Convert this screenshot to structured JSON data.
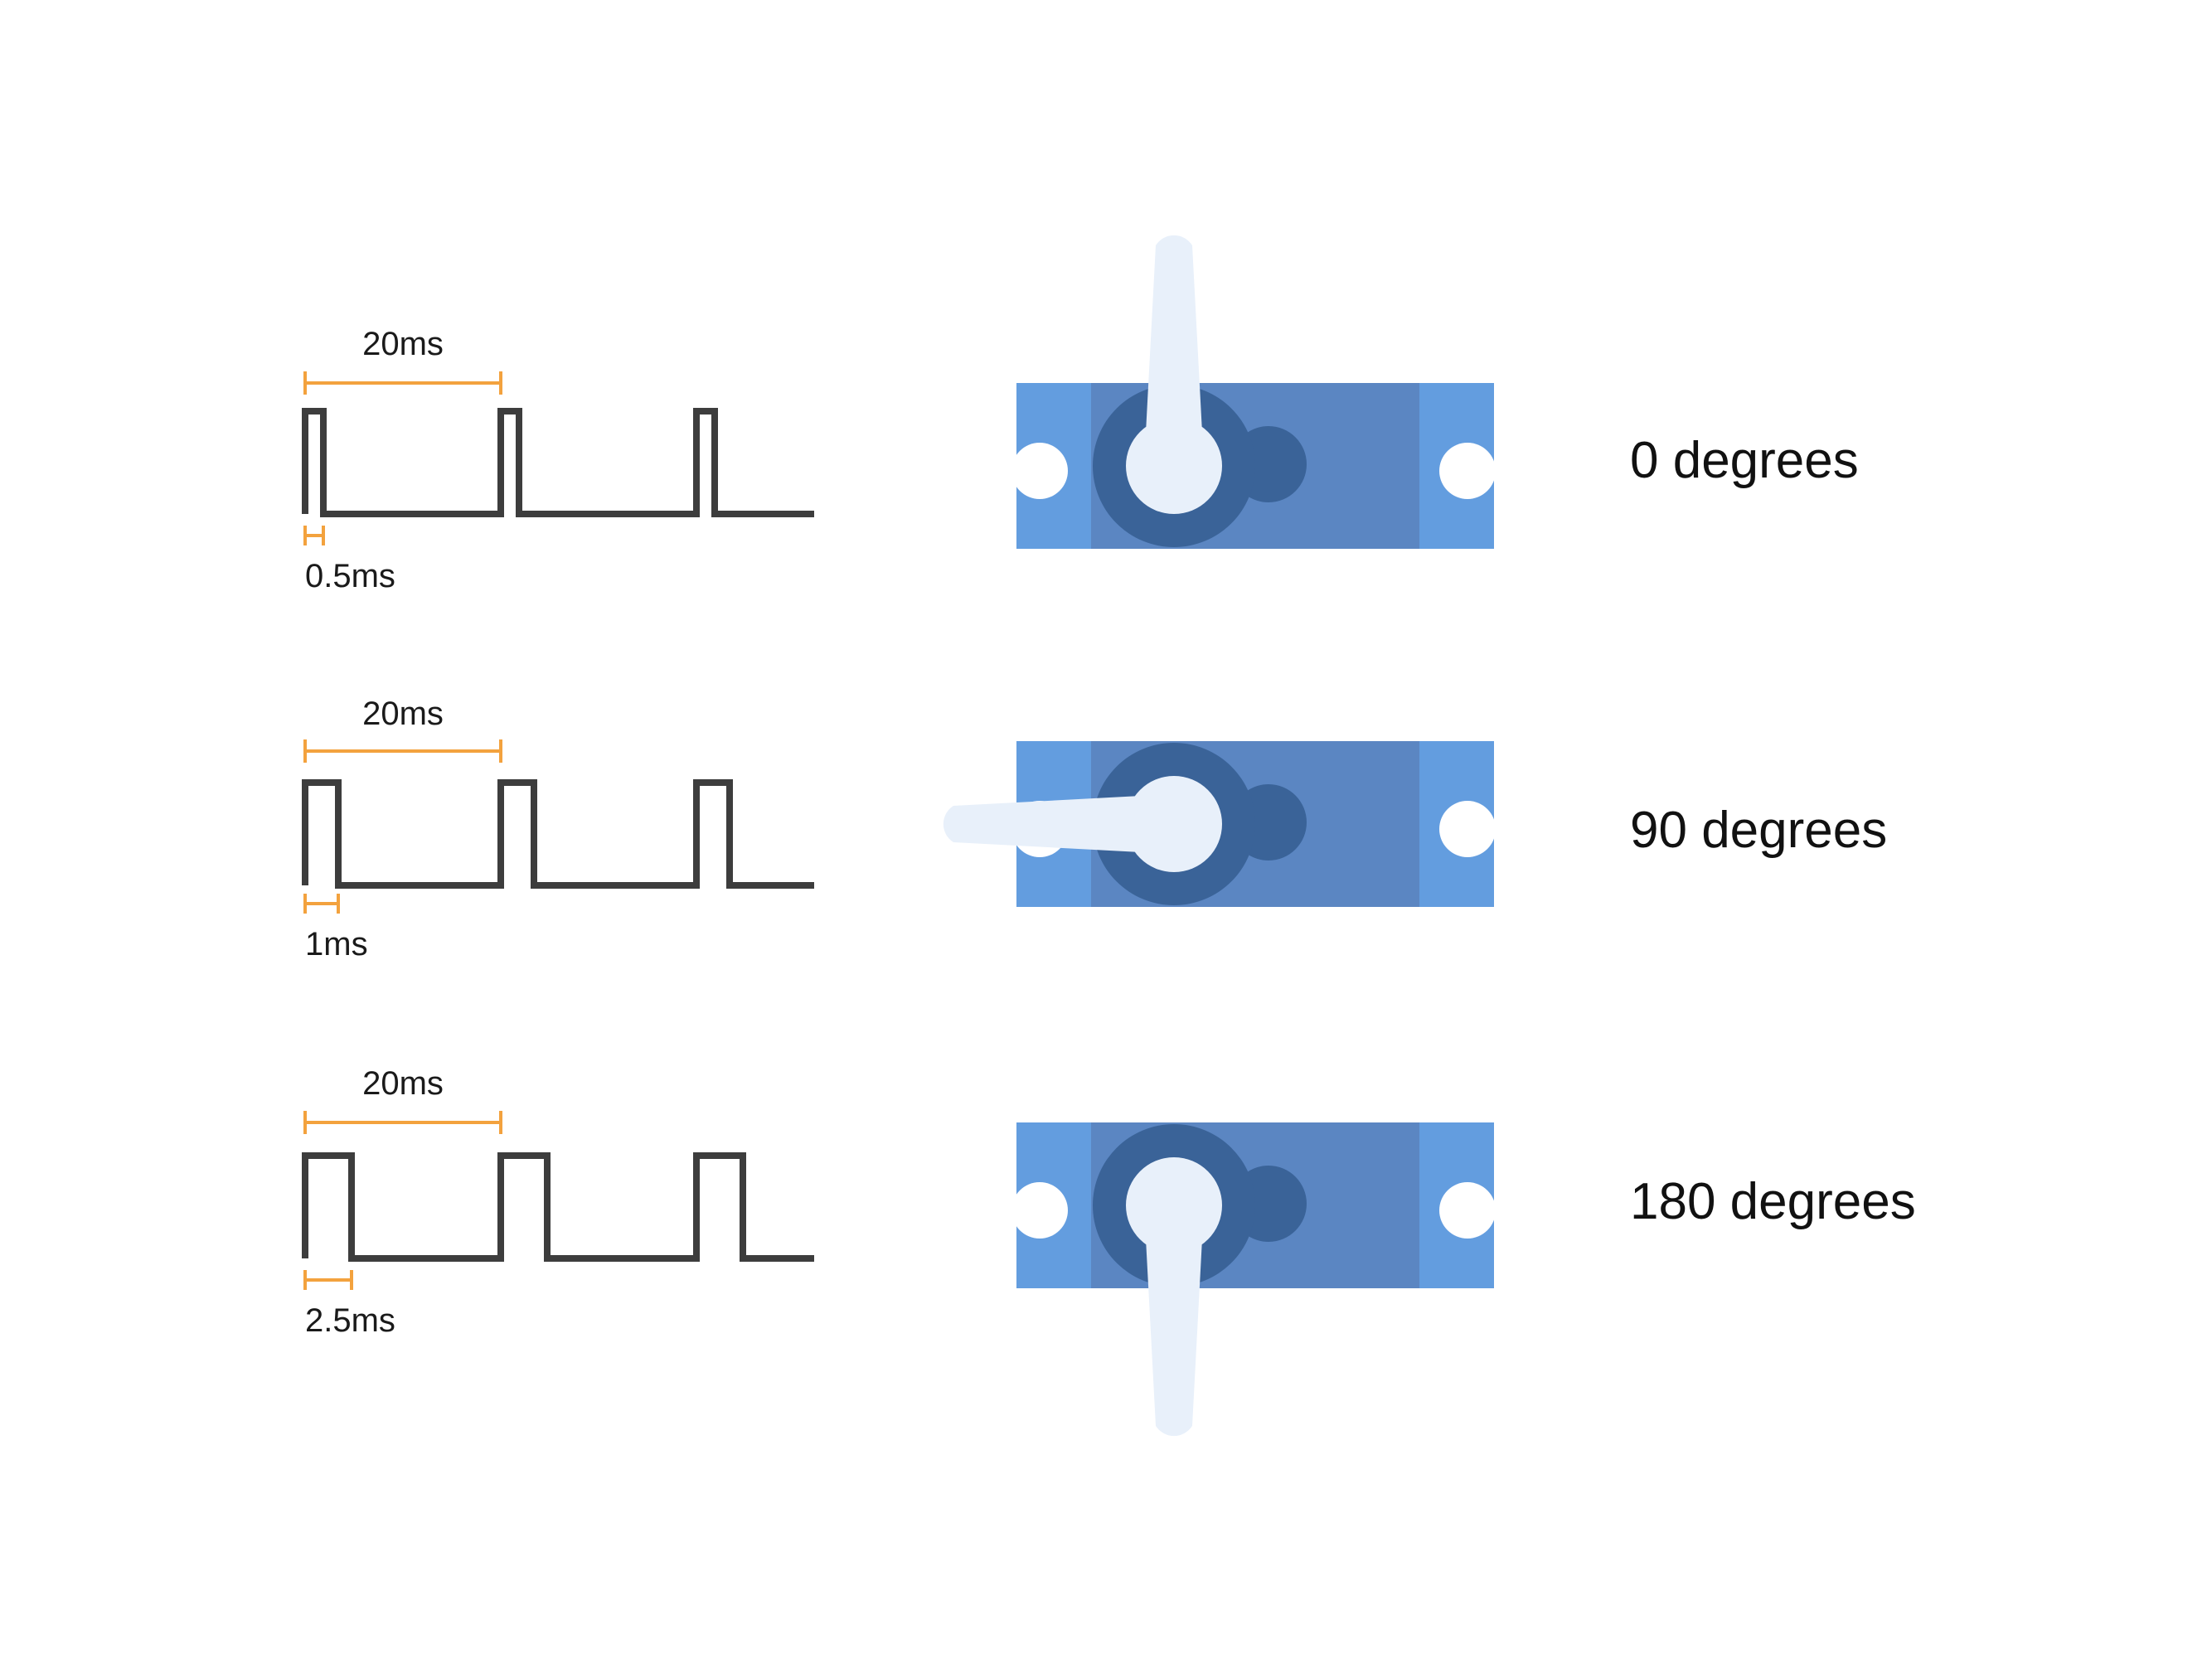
{
  "colors": {
    "servo_side": "#639ddf",
    "servo_body": "#5b86c2",
    "servo_dark": "#3a6398",
    "servo_horn": "#e8f0fa",
    "hole": "#ffffff",
    "waveform": "#3d3d3d",
    "dimension": "#f3a23e"
  },
  "rows": [
    {
      "period_label": "20ms",
      "pulse_label": "0.5ms",
      "pulse_ms": 0.5,
      "period_ms": 20,
      "angle_deg": 0,
      "angle_label": "0 degrees"
    },
    {
      "period_label": "20ms",
      "pulse_label": "1ms",
      "pulse_ms": 1,
      "period_ms": 20,
      "angle_deg": 90,
      "angle_label": "90 degrees"
    },
    {
      "period_label": "20ms",
      "pulse_label": "2.5ms",
      "pulse_ms": 2.5,
      "period_ms": 20,
      "angle_deg": 180,
      "angle_label": "180 degrees"
    }
  ]
}
